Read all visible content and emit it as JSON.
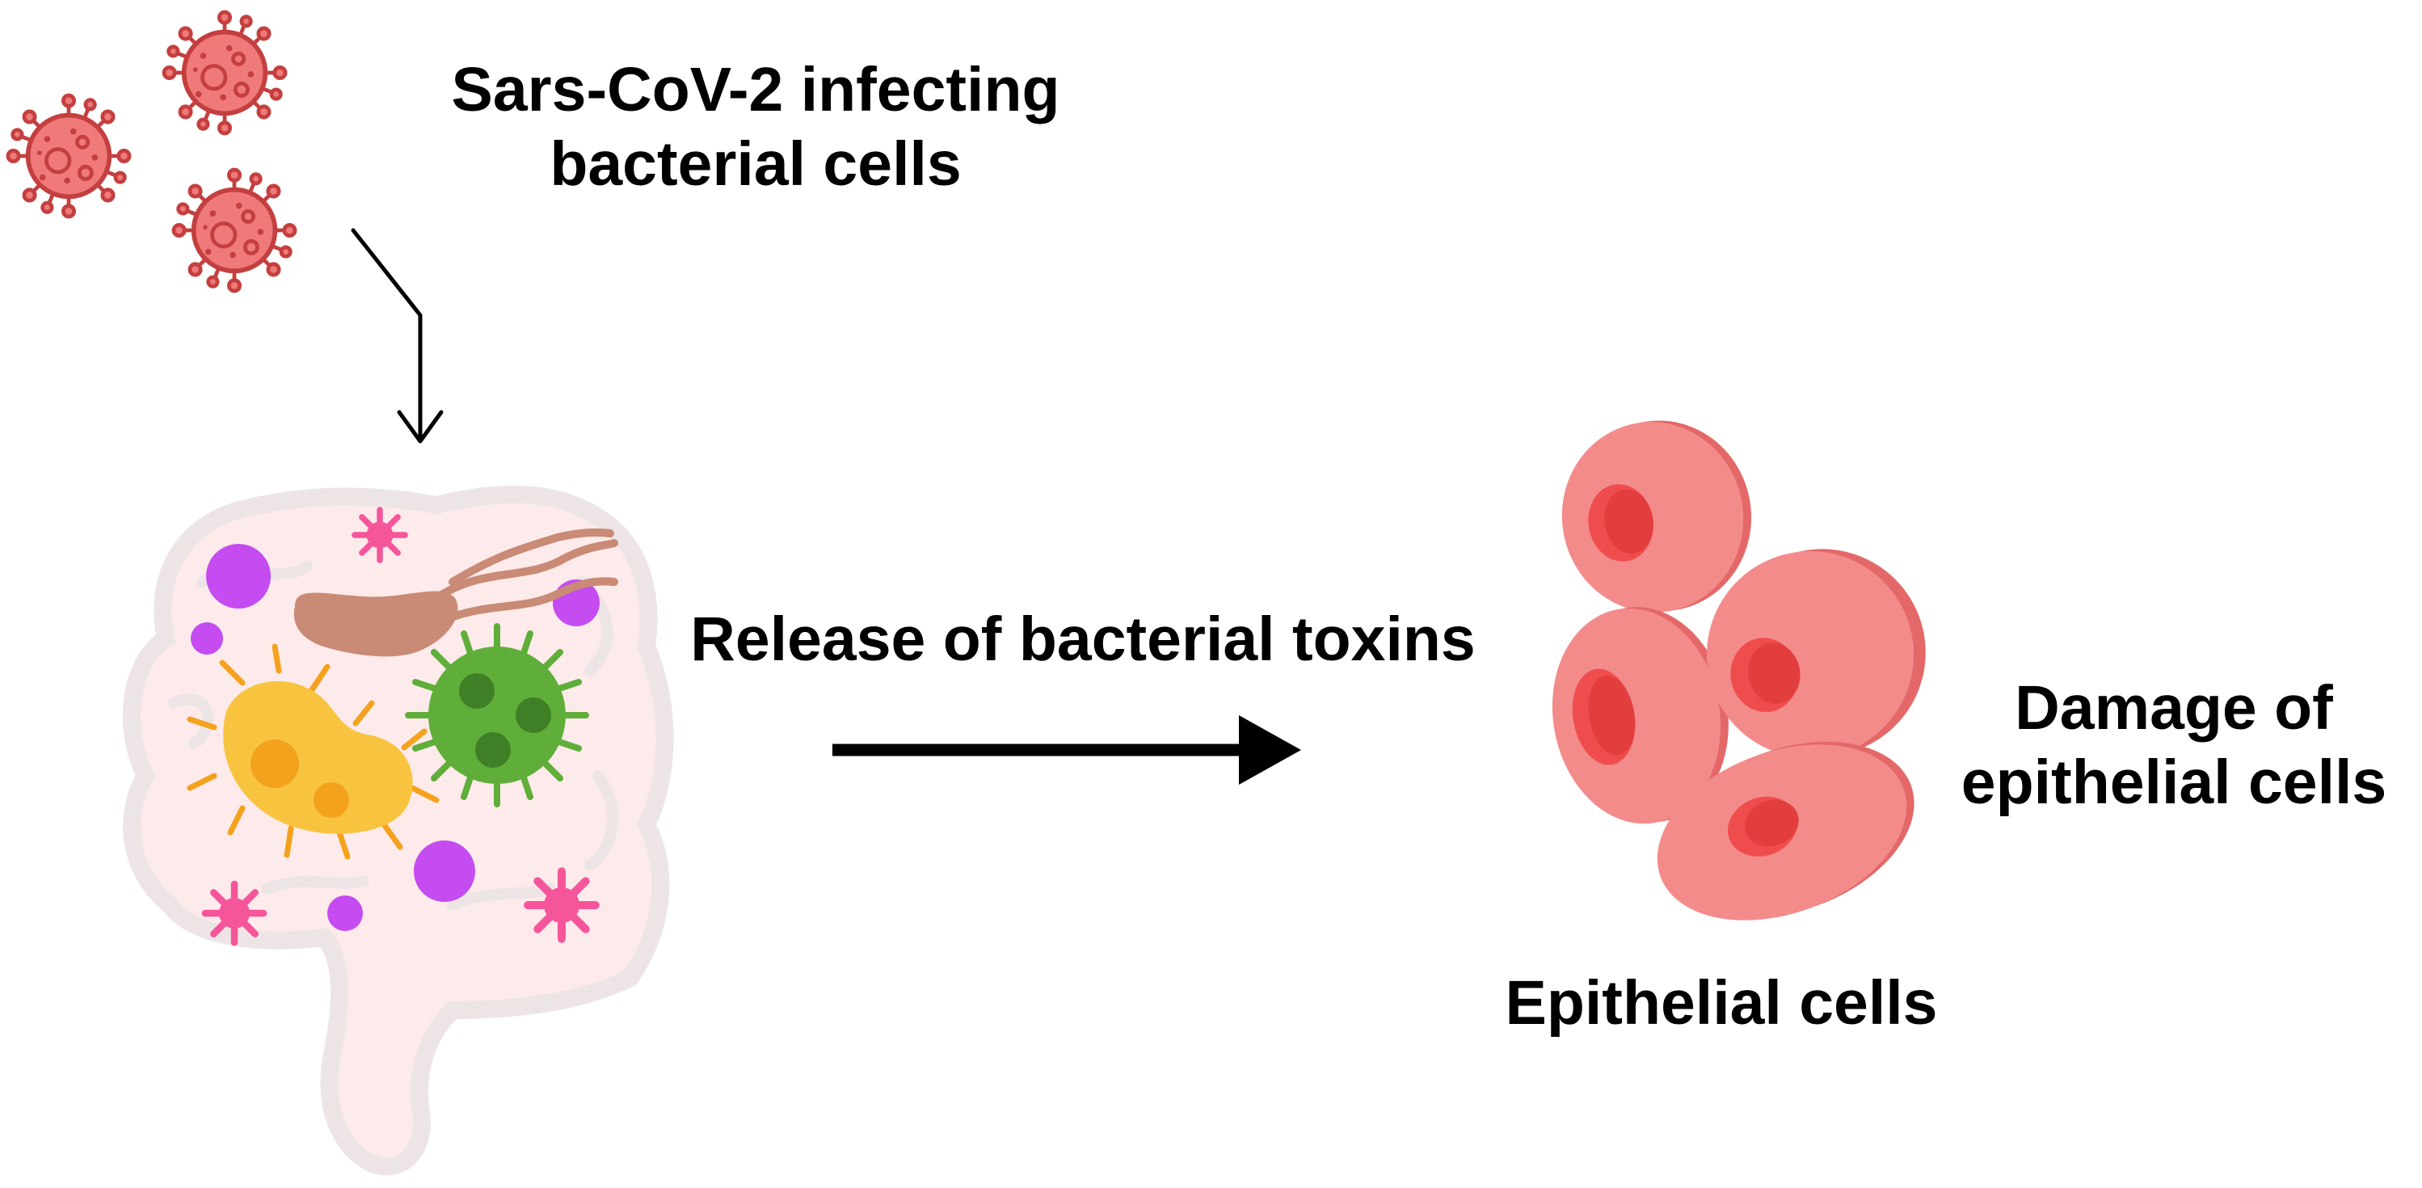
{
  "labels": {
    "virus_line1": "Sars-CoV-2 infecting",
    "virus_line2": "bacterial cells",
    "toxins": "Release of bacterial toxins",
    "damage_line1": "Damage of",
    "damage_line2": "epithelial cells",
    "epithelial": "Epithelial cells"
  },
  "colors": {
    "virus": "#f07a7a",
    "virus_outline": "#c43f3f",
    "gut_fill": "#fdeaea",
    "gut_outline": "#ede5e5",
    "purple": "#c44cf0",
    "pink": "#f5559a",
    "brown": "#c98a76",
    "yellow": "#f8c440",
    "orange": "#f4a21e",
    "green": "#5fae3a",
    "dark_green": "#3f7f25",
    "cell": "#f38b8b",
    "cell_edge": "#e46868",
    "nucleus": "#ef4d4d",
    "arrow": "#000000"
  },
  "icons": [
    "coronavirus-icon",
    "intestine-icon",
    "bacteria-icon",
    "epithelial-cell-icon",
    "arrow-right-icon",
    "arrow-down-icon"
  ]
}
